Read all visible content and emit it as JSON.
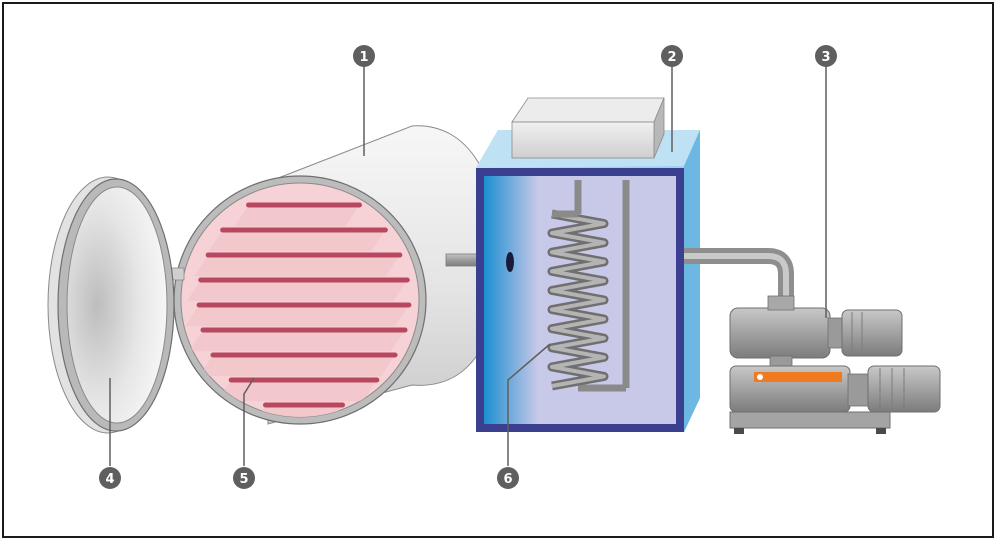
{
  "diagram": {
    "callouts": [
      {
        "id": "vacuum-chamber",
        "number": "1"
      },
      {
        "id": "condenser",
        "number": "2"
      },
      {
        "id": "vacuum-pump",
        "number": "3"
      },
      {
        "id": "door",
        "number": "4"
      },
      {
        "id": "shelves",
        "number": "5"
      },
      {
        "id": "refrigeration-coil",
        "number": "6"
      }
    ],
    "colors": {
      "frame": "#1a1a1a",
      "badge": "#5f5f5f",
      "leader": "#5f5f5f",
      "chamber_metal": "#e6e6e6",
      "shelf": "#b84860",
      "shelf_fill": "#f2c6cc",
      "condenser_blue": "#1a82c4",
      "condenser_border": "#3b3f8f",
      "condenser_interior": "#c8c8e8",
      "coil": "#8a8a8a",
      "pump_grey": "#9a9a9a",
      "pump_label": "#f07a20"
    },
    "shelf_count": 9,
    "coil_turns": 9
  }
}
